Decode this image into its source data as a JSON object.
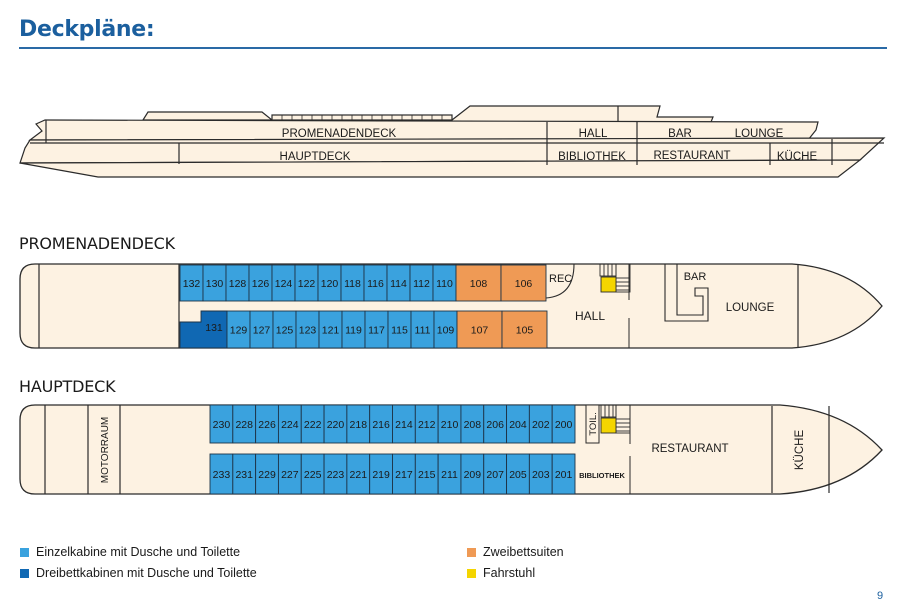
{
  "page": {
    "title": "Deckpläne:",
    "page_number": "9"
  },
  "colors": {
    "single_cabin": "#3aa2de",
    "triple_cabin": "#1068b3",
    "suite": "#ef9a55",
    "elevator": "#f4d500",
    "hull": "#fdf2e2",
    "outline": "#2b2b2b",
    "title": "#1b5f9e"
  },
  "profile": {
    "promenade_label": "PROMENADENDECK",
    "haupt_label": "HAUPTDECK",
    "hall_label": "HALL",
    "bibliothek_label": "BIBLIOTHEK",
    "bar_label": "BAR",
    "lounge_label": "LOUNGE",
    "restaurant_label": "RESTAURANT",
    "kueche_label": "KÜCHE"
  },
  "promenadendeck": {
    "label": "PROMENADENDECK",
    "upper_row": [
      {
        "no": "132",
        "type": "single"
      },
      {
        "no": "130",
        "type": "single"
      },
      {
        "no": "128",
        "type": "single"
      },
      {
        "no": "126",
        "type": "single"
      },
      {
        "no": "124",
        "type": "single"
      },
      {
        "no": "122",
        "type": "single"
      },
      {
        "no": "120",
        "type": "single"
      },
      {
        "no": "118",
        "type": "single"
      },
      {
        "no": "116",
        "type": "single"
      },
      {
        "no": "114",
        "type": "single"
      },
      {
        "no": "112",
        "type": "single"
      },
      {
        "no": "110",
        "type": "single"
      },
      {
        "no": "108",
        "type": "suite"
      },
      {
        "no": "106",
        "type": "suite"
      }
    ],
    "lower_row": [
      {
        "no": "131",
        "type": "triple"
      },
      {
        "no": "129",
        "type": "single"
      },
      {
        "no": "127",
        "type": "single"
      },
      {
        "no": "125",
        "type": "single"
      },
      {
        "no": "123",
        "type": "single"
      },
      {
        "no": "121",
        "type": "single"
      },
      {
        "no": "119",
        "type": "single"
      },
      {
        "no": "117",
        "type": "single"
      },
      {
        "no": "115",
        "type": "single"
      },
      {
        "no": "111",
        "type": "single"
      },
      {
        "no": "109",
        "type": "single"
      },
      {
        "no": "107",
        "type": "suite"
      },
      {
        "no": "105",
        "type": "suite"
      }
    ],
    "rec_label": "REC",
    "hall_label": "HALL",
    "bar_label": "BAR",
    "lounge_label": "LOUNGE"
  },
  "hauptdeck": {
    "label": "HAUPTDECK",
    "motorraum_label": "MOTORRAUM",
    "upper_row": [
      "230",
      "228",
      "226",
      "224",
      "222",
      "220",
      "218",
      "216",
      "214",
      "212",
      "210",
      "208",
      "206",
      "204",
      "202",
      "200"
    ],
    "lower_row": [
      "233",
      "231",
      "229",
      "227",
      "225",
      "223",
      "221",
      "219",
      "217",
      "215",
      "211",
      "209",
      "207",
      "205",
      "203",
      "201"
    ],
    "toilet_label": "TOIL.",
    "bibliothek_label": "BIBLIOTHEK",
    "restaurant_label": "RESTAURANT",
    "kueche_label": "KÜCHE"
  },
  "legend": [
    {
      "label": "Einzelkabine mit Dusche und Toilette",
      "type": "single"
    },
    {
      "label": "Dreibettkabinen mit Dusche und Toilette",
      "type": "triple"
    },
    {
      "label": "Zweibettsuiten",
      "type": "suite"
    },
    {
      "label": "Fahrstuhl",
      "type": "elevator"
    }
  ]
}
